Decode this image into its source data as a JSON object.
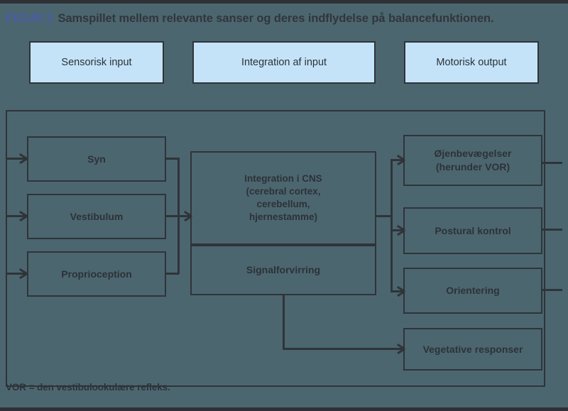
{
  "figure": {
    "tag": "FIGUR 2",
    "caption": "Samspillet mellem relevante sanser og deres indflydelse på balancefunktionen.",
    "footnote": "VOR = den vestibulookulære refleks.",
    "colors": {
      "background": "#4c6670",
      "header_box_fill": "#c4e3f8",
      "stroke": "#2f3439",
      "tag_color": "#4a5ba6",
      "text_color": "#2c3237",
      "edge_bar": "#2e3237"
    }
  },
  "header": {
    "boxes": [
      {
        "label": "Sensorisk input"
      },
      {
        "label": "Integration af input"
      },
      {
        "label": "Motorisk output"
      }
    ]
  },
  "diagram": {
    "inputs": [
      {
        "label": "Syn"
      },
      {
        "label": "Vestibulum"
      },
      {
        "label": "Proprioception"
      }
    ],
    "integration": {
      "top": {
        "lines": [
          "Integration i CNS",
          "(cerebral cortex,",
          "cerebellum,",
          "hjernestamme)"
        ]
      },
      "bottom": {
        "label": "Signalforvirring"
      }
    },
    "outputs": [
      {
        "lines": [
          "Øjenbevægelser",
          "(herunder VOR)"
        ]
      },
      {
        "lines": [
          "Postural kontrol"
        ]
      },
      {
        "lines": [
          "Orientering"
        ]
      },
      {
        "lines": [
          "Vegetative responser"
        ]
      }
    ]
  }
}
